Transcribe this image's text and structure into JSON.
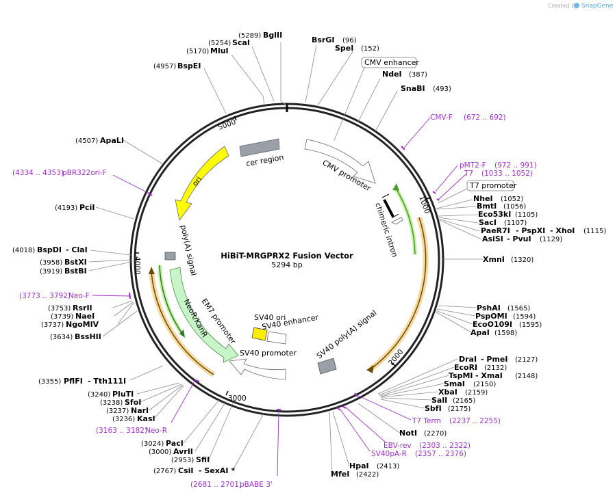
{
  "watermark": {
    "prefix": "Created by",
    "brand": "SnapGene"
  },
  "plasmid": {
    "name": "HiBiT-MRGPRX2 Fusion Vector",
    "size_label": "5294 bp",
    "length": 5294
  },
  "colors": {
    "backbone": "#222222",
    "enzyme_lead": "#8a8a8a",
    "primer": "#9b30c8",
    "ori": "#ffff00",
    "neo": "#c8f5c8",
    "cer": "#9aa0a8",
    "sv40_ori": "#ffee00",
    "orf_outline": "#f0c070",
    "orf_arrow": "#6b4a00",
    "intron_arrow": "#6ab04c"
  },
  "ticks": [
    "1000",
    "2000",
    "3000",
    "4000",
    "5000"
  ],
  "enzymes": [
    {
      "name": "BglII",
      "pos": "(5289)"
    },
    {
      "name": "ScaI",
      "pos": "(5254)"
    },
    {
      "name": "MluI",
      "pos": "(5170)"
    },
    {
      "name": "BspEI",
      "pos": "(4957)"
    },
    {
      "name": "BsrGI",
      "pos": "(96)"
    },
    {
      "name": "SpeI",
      "pos": "(152)"
    },
    {
      "name": "NdeI",
      "pos": "(387)"
    },
    {
      "name": "SnaBI",
      "pos": "(493)"
    },
    {
      "name": "ApaLI",
      "pos": "(4507)"
    },
    {
      "name": "PciI",
      "pos": "(4193)"
    },
    {
      "name": "BspDI",
      "pos": "(4018)",
      "alt": "ClaI"
    },
    {
      "name": "BstXI",
      "pos": "(3958)"
    },
    {
      "name": "BstBI",
      "pos": "(3919)"
    },
    {
      "name": "RsrII",
      "pos": "(3753)"
    },
    {
      "name": "NaeI",
      "pos": "(3739)"
    },
    {
      "name": "NgoMIV",
      "pos": "(3737)"
    },
    {
      "name": "BssHII",
      "pos": "(3634)"
    },
    {
      "name": "PflFI",
      "pos": "(3355)",
      "alt": "Tth111I"
    },
    {
      "name": "PluTI",
      "pos": "(3240)"
    },
    {
      "name": "SfoI",
      "pos": "(3238)"
    },
    {
      "name": "NarI",
      "pos": "(3237)"
    },
    {
      "name": "KasI",
      "pos": "(3236)"
    },
    {
      "name": "PacI",
      "pos": "(3024)"
    },
    {
      "name": "AvrII",
      "pos": "(3000)"
    },
    {
      "name": "SfiI",
      "pos": "(2953)"
    },
    {
      "name": "CsiI",
      "pos": "(2767)",
      "alt": "SexAI *"
    },
    {
      "name": "NheI",
      "pos": "(1052)"
    },
    {
      "name": "BmtI",
      "pos": "(1056)"
    },
    {
      "name": "Eco53kI",
      "pos": "(1105)"
    },
    {
      "name": "SacI",
      "pos": "(1107)"
    },
    {
      "name": "PaeR7I",
      "alt": "PspXI",
      "alt2": "XhoI",
      "pos": "(1115)"
    },
    {
      "name": "AsiSI",
      "alt": "PvuI",
      "pos": "(1129)"
    },
    {
      "name": "XmnI",
      "pos": "(1320)"
    },
    {
      "name": "PshAI",
      "pos": "(1565)"
    },
    {
      "name": "PspOMI",
      "pos": "(1594)"
    },
    {
      "name": "EcoO109I",
      "pos": "(1595)"
    },
    {
      "name": "ApaI",
      "pos": "(1598)"
    },
    {
      "name": "DraI",
      "alt": "PmeI",
      "pos": "(2127)"
    },
    {
      "name": "EcoRI",
      "pos": "(2132)"
    },
    {
      "name": "TspMI",
      "alt": "XmaI",
      "pos": "(2148)"
    },
    {
      "name": "SmaI",
      "pos": "(2150)"
    },
    {
      "name": "XbaI",
      "pos": "(2159)"
    },
    {
      "name": "SalI",
      "pos": "(2165)"
    },
    {
      "name": "SbfI",
      "pos": "(2175)"
    },
    {
      "name": "NotI",
      "pos": "(2270)"
    },
    {
      "name": "HpaI",
      "pos": "(2413)"
    },
    {
      "name": "MfeI",
      "pos": "(2422)"
    }
  ],
  "primers": [
    {
      "name": "CMV-F",
      "pos": "(672 .. 692)"
    },
    {
      "name": "pMT2-F",
      "pos": "(972 .. 991)"
    },
    {
      "name": "T7",
      "pos": "(1033 .. 1052)"
    },
    {
      "name": "pBR322ori-F",
      "pos": "(4334 .. 4353)"
    },
    {
      "name": "Neo-F",
      "pos": "(3773 .. 3792)"
    },
    {
      "name": "Neo-R",
      "pos": "(3163 .. 3182)"
    },
    {
      "name": "pBABE 3'",
      "pos": "(2681 .. 2701)"
    },
    {
      "name": "T7 Term",
      "pos": "(2237 .. 2255)"
    },
    {
      "name": "EBV-rev",
      "pos": "(2303 .. 2322)"
    },
    {
      "name": "SV40pA-R",
      "pos": "(2357 .. 2376)"
    }
  ],
  "boxed_features": [
    "CMV enhancer",
    "T7 promoter"
  ],
  "features": {
    "cer_region": "cer region",
    "cmv_promoter": "CMV promoter",
    "chimeric_intron": "chimeric intron",
    "ori": "ori",
    "polya_signal": "poly(A) signal",
    "neo": "NeoR/KanR",
    "em7": "EM7 promoter",
    "sv40_promoter": "SV40 promoter",
    "sv40_ori": "SV40 ori",
    "sv40_enhancer": "SV40 enhancer",
    "sv40_polya": "SV40 poly(A) signal"
  }
}
